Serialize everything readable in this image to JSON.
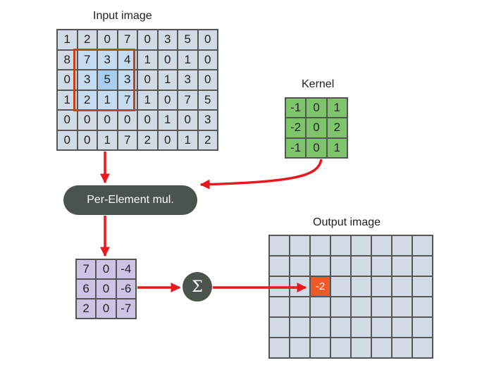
{
  "labels": {
    "input_title": "Input image",
    "kernel_title": "Kernel",
    "output_title": "Output image",
    "operation": "Per-Element mul.",
    "sum_symbol": "Σ"
  },
  "input_image": [
    [
      "1",
      "2",
      "0",
      "7",
      "0",
      "3",
      "5",
      "0"
    ],
    [
      "8",
      "7",
      "3",
      "4",
      "1",
      "0",
      "1",
      "0"
    ],
    [
      "0",
      "3",
      "5",
      "3",
      "0",
      "1",
      "3",
      "0"
    ],
    [
      "1",
      "2",
      "1",
      "7",
      "1",
      "0",
      "7",
      "5"
    ],
    [
      "0",
      "0",
      "0",
      "0",
      "0",
      "1",
      "0",
      "3"
    ],
    [
      "0",
      "0",
      "1",
      "7",
      "2",
      "0",
      "1",
      "2"
    ]
  ],
  "kernel": [
    [
      "-1",
      "0",
      "1"
    ],
    [
      "-2",
      "0",
      "2"
    ],
    [
      "-1",
      "0",
      "1"
    ]
  ],
  "product": [
    [
      "7",
      "0",
      "-4"
    ],
    [
      "6",
      "0",
      "-6"
    ],
    [
      "2",
      "0",
      "-7"
    ]
  ],
  "output_image": {
    "rows": 6,
    "cols": 8,
    "result_row": 2,
    "result_col": 2,
    "result_value": "-2"
  },
  "colors": {
    "input_cell": "#d2dae6",
    "highlight_cell": "#c5dcf0",
    "center_cell": "#a9cdee",
    "kernel_cell": "#7dc46a",
    "product_cell": "#cbc4e6",
    "result_cell": "#f05a28",
    "arrow": "#e8191e",
    "node": "#4a544c"
  }
}
